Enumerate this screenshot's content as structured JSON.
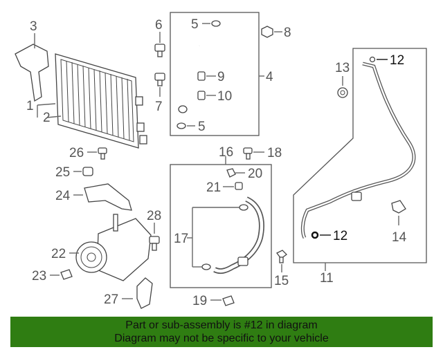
{
  "callouts": {
    "c1": "1",
    "c2": "2",
    "c3": "3",
    "c4": "4",
    "c5a": "5",
    "c5b": "5",
    "c6": "6",
    "c7": "7",
    "c8": "8",
    "c9": "9",
    "c10": "10",
    "c11": "11",
    "c12a": "12",
    "c12b": "12",
    "c13": "13",
    "c14": "14",
    "c15": "15",
    "c16": "16",
    "c17": "17",
    "c18": "18",
    "c19": "19",
    "c20": "20",
    "c21": "21",
    "c22": "22",
    "c23": "23",
    "c24": "24",
    "c25": "25",
    "c26": "26",
    "c27": "27",
    "c28": "28"
  },
  "banner": {
    "line1": "Part or sub-assembly is #12 in diagram",
    "line2": "Diagram may not be specific to your vehicle"
  },
  "colors": {
    "banner": "#2f7d12",
    "linework": "#555555"
  }
}
